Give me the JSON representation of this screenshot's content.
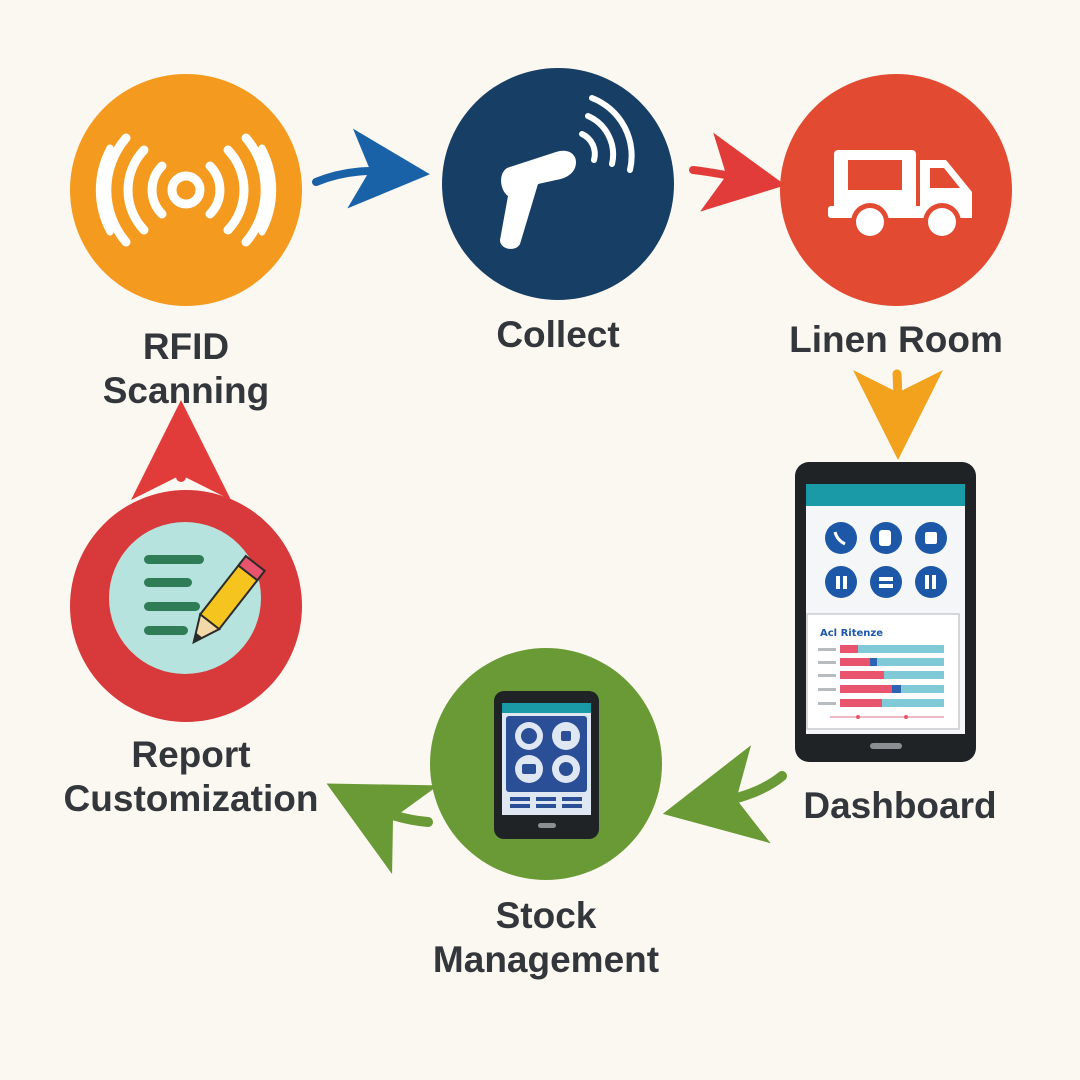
{
  "steps": {
    "rfid": {
      "line1": "RFID",
      "line2": "Scanning",
      "icon": "rfid-signal-icon",
      "color": "#f49a1f"
    },
    "collect": {
      "line1": "Collect",
      "icon": "barcode-scanner-icon",
      "color": "#173f66"
    },
    "linen": {
      "line1": "Linen Room",
      "icon": "delivery-truck-icon",
      "color": "#e24a32"
    },
    "dashboard": {
      "line1": "Dashboard",
      "icon": "tablet-dashboard-icon",
      "color": "#1f2326"
    },
    "stock": {
      "line1": "Stock",
      "line2": "Management",
      "icon": "tablet-stock-icon",
      "color": "#6a9a35"
    },
    "report": {
      "line1": "Report",
      "line2": "Customization",
      "icon": "report-edit-icon",
      "color": "#d8393b"
    }
  },
  "tablet": {
    "panel_title": "Acl Ritenze",
    "accent": "#1a9aa6"
  },
  "arrows": {
    "blue": "#1a62a7",
    "red": "#e23c3a",
    "orange": "#f2a21d",
    "green": "#6a9a35"
  }
}
